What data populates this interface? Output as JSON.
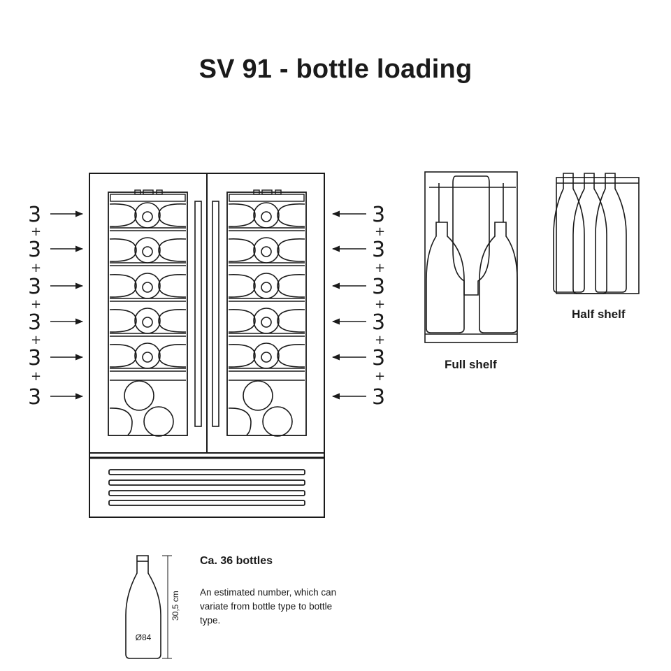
{
  "title": "SV 91 - bottle loading",
  "side_counts": {
    "values": [
      "3",
      "3",
      "3",
      "3",
      "3",
      "3"
    ],
    "separator": "+"
  },
  "shelf_views": {
    "full_label": "Full shelf",
    "half_label": "Half shelf"
  },
  "bottle": {
    "height_label": "30,5 cm",
    "diameter_label": "Ø84"
  },
  "summary": {
    "count": "Ca. 36 bottles",
    "note": "An estimated number, which can variate from bottle type to bottle type."
  }
}
